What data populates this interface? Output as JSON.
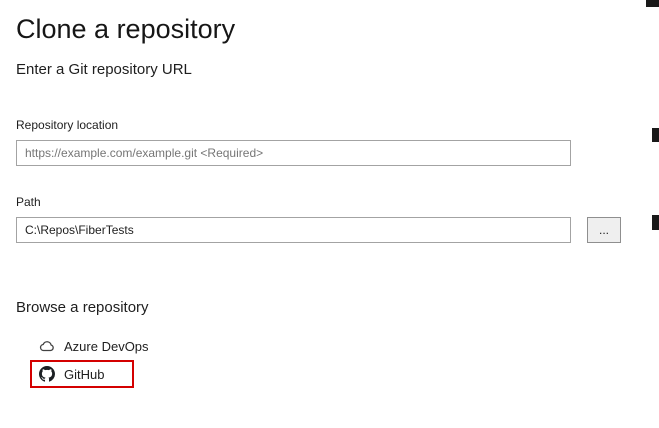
{
  "page": {
    "title": "Clone a repository"
  },
  "url_section": {
    "heading": "Enter a Git repository URL",
    "repo_location_label": "Repository location",
    "repo_location_placeholder": "https://example.com/example.git <Required>",
    "path_label": "Path",
    "path_value": "C:\\Repos\\FiberTests",
    "browse_button_label": "..."
  },
  "browse_section": {
    "heading": "Browse a repository",
    "items": [
      {
        "label": "Azure DevOps",
        "icon": "azure-devops-cloud-icon",
        "highlighted": false
      },
      {
        "label": "GitHub",
        "icon": "github-icon",
        "highlighted": true
      }
    ]
  },
  "colors": {
    "background": "#ffffff",
    "text": "#1e1e1e",
    "placeholder_text": "#767676",
    "input_border": "#a3a3a3",
    "button_background": "#efefef",
    "highlight_border": "#d40000"
  }
}
